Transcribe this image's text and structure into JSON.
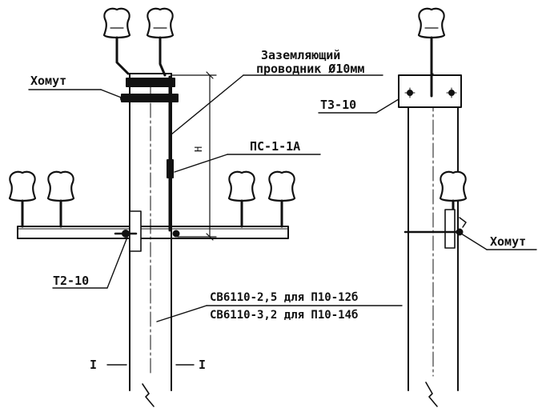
{
  "drawing": {
    "labels": {
      "clamp_left": "Хомут",
      "ground_line1": "Заземляющий",
      "ground_line2": "проводник Ø10мм",
      "ps": "ПС-1-1А",
      "t2": "Т2-10",
      "pole_line1": "СВ6110-2,5 для П10-12б",
      "pole_line2": "СВ6110-3,2 для П10-14б",
      "section_left": "I",
      "section_right": "I",
      "t3": "Т3-10",
      "clamp_right": "Хомут"
    },
    "colors": {
      "ink": "#111111",
      "paper": "#ffffff"
    }
  }
}
